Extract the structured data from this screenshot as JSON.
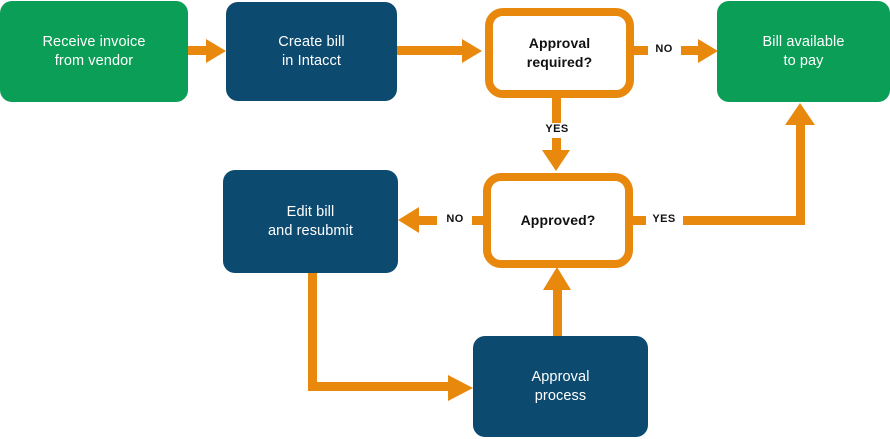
{
  "diagram": {
    "type": "flowchart",
    "colors": {
      "green": "#0A9E56",
      "navy": "#0D4A70",
      "orange": "#E8890E",
      "decision_bg": "#FFFFFF",
      "node_text": "#FFFFFF",
      "label_text": "#111111"
    },
    "nodes": {
      "receive_invoice": "Receive invoice\nfrom vendor",
      "create_bill": "Create bill\nin Intacct",
      "approval_required": "Approval\nrequired?",
      "bill_available": "Bill available\nto pay",
      "approved": "Approved?",
      "edit_bill": "Edit bill\nand resubmit",
      "approval_process": "Approval\nprocess"
    },
    "edge_labels": {
      "approval_required_no": "NO",
      "approval_required_yes": "YES",
      "approved_no": "NO",
      "approved_yes": "YES"
    }
  }
}
